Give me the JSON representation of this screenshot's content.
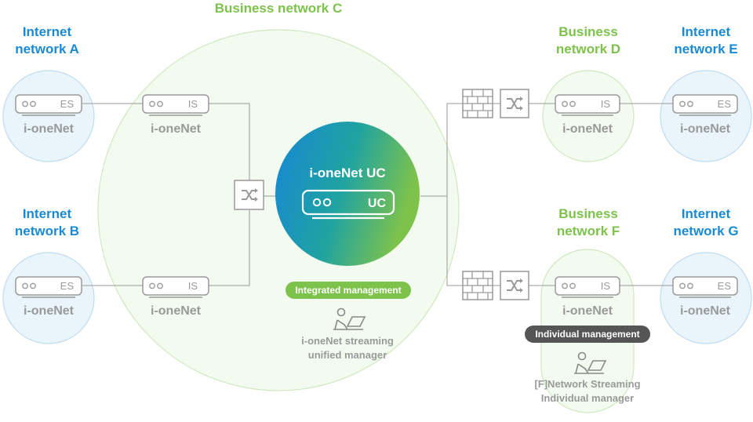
{
  "networks": {
    "internet_a": "Internet\nnetwork A",
    "internet_b": "Internet\nnetwork B",
    "internet_e": "Internet\nnetwork E",
    "internet_g": "Internet\nnetwork G",
    "business_c": "Business network C",
    "business_d": "Business\nnetwork D",
    "business_f": "Business\nnetwork F"
  },
  "devices": {
    "es": "ES",
    "is": "IS",
    "uc": "UC",
    "name": "i-oneNet",
    "center_title": "i-oneNet UC"
  },
  "management": {
    "integrated": "Integrated management",
    "integrated_caption": [
      "i-oneNet streaming",
      "unified manager"
    ],
    "individual": "Individual management",
    "individual_caption": [
      "[F]Network Streaming",
      "Individual manager"
    ]
  },
  "colors": {
    "blue": "#1a8ad4",
    "green": "#7dc24b",
    "grey": "#9a9a9a",
    "dark_pill": "#555555"
  },
  "icons": [
    "router-icon",
    "switch-icon",
    "firewall-icon",
    "person-laptop-icon"
  ]
}
